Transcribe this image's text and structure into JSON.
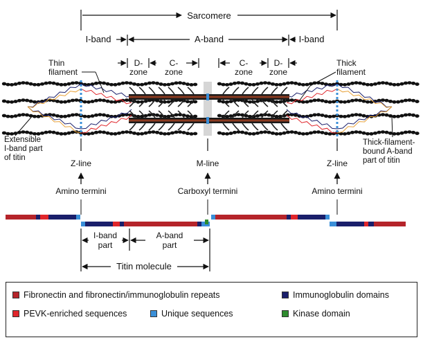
{
  "labels": {
    "sarcomere": "Sarcomere",
    "i_band_left": "I-band",
    "a_band": "A-band",
    "i_band_right": "I-band",
    "d_zone_left_1": "D-",
    "d_zone_left_2": "zone",
    "c_zone_left_1": "C-",
    "c_zone_left_2": "zone",
    "c_zone_right_1": "C-",
    "c_zone_right_2": "zone",
    "d_zone_right_1": "D-",
    "d_zone_right_2": "zone",
    "thin_filament_1": "Thin",
    "thin_filament_2": "filament",
    "thick_filament_1": "Thick",
    "thick_filament_2": "filament",
    "extensible_1": "Extensible",
    "extensible_2": "I-band part",
    "extensible_3": "of titin",
    "thick_bound_1": "Thick-filament-",
    "thick_bound_2": "bound A-band",
    "thick_bound_3": "part of titin",
    "z_line_left": "Z-line",
    "m_line": "M-line",
    "z_line_right": "Z-line",
    "amino_left": "Amino termini",
    "carboxyl": "Carboxyl termini",
    "amino_right": "Amino termini",
    "i_band_part_1": "I-band",
    "i_band_part_2": "part",
    "a_band_part_1": "A-band",
    "a_band_part_2": "part",
    "titin_molecule": "Titin molecule"
  },
  "legend": [
    {
      "label": "Fibronectin and fibronectin/immunoglobulin repeats",
      "color": "#b5242a"
    },
    {
      "label": "Immunoglobulin domains",
      "color": "#1a1f6b"
    },
    {
      "label": "PEVK-enriched sequences",
      "color": "#e0262b"
    },
    {
      "label": "Unique sequences",
      "color": "#3a8fd8"
    },
    {
      "label": "Kinase domain",
      "color": "#2e8b2e"
    }
  ],
  "colors": {
    "fn_ig": "#b5242a",
    "ig": "#1a1f6b",
    "pevk": "#e0262b",
    "unique": "#3a8fd8",
    "kinase": "#2e8b2e",
    "m_band": "#cfcfcf"
  }
}
